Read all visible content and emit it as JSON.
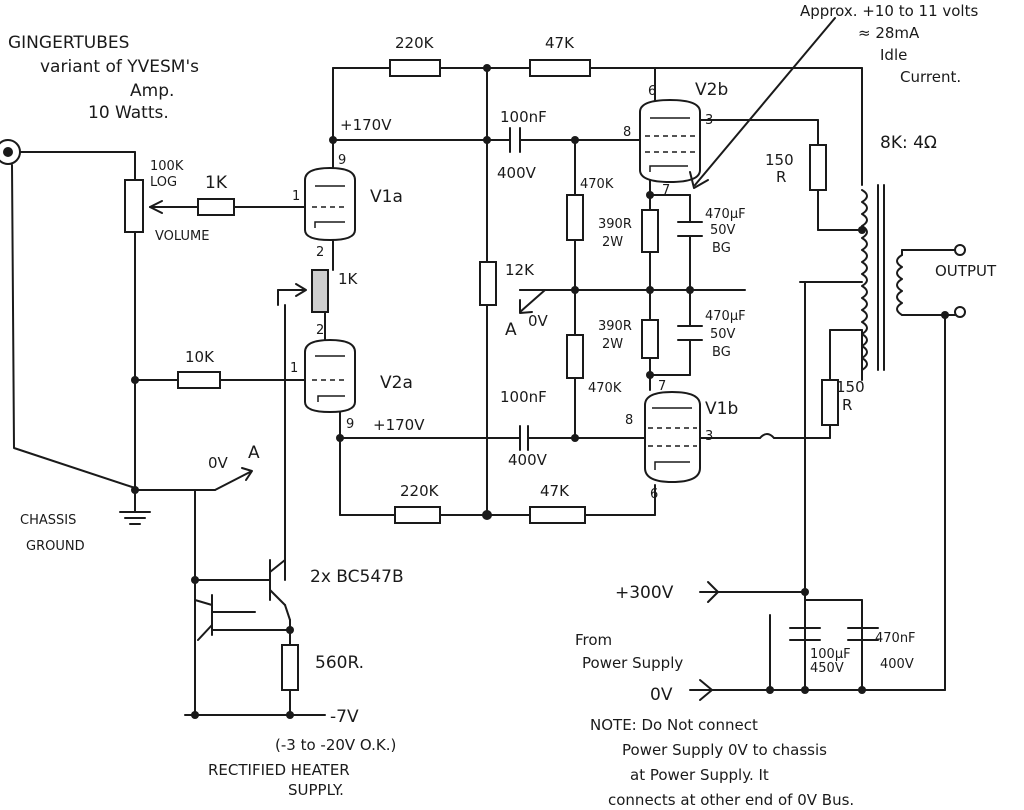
{
  "title_lines": [
    "GINGERTUBES",
    "variant of YVESM's",
    "Amp.",
    "10 Watts."
  ],
  "idle_note": [
    "Approx. +10 to 11 volts",
    "≈ 28mA",
    "Idle",
    "Current."
  ],
  "transformer": {
    "ratio": "8K: 4Ω",
    "output": "OUTPUT"
  },
  "rails": {
    "hv_top": "+170V",
    "hv_bottom": "+170V"
  },
  "tubes": {
    "v1a": {
      "name": "V1a",
      "pin_top": "9",
      "pin_left": "1",
      "pin_bottom": "2"
    },
    "v2a": {
      "name": "V2a",
      "pin_top": "2",
      "pin_left": "1",
      "pin_bottom": "9"
    },
    "v2b": {
      "name": "V2b",
      "pin_top": "6",
      "pin_right": "3",
      "pin_left": "8",
      "pin_bottom": "7"
    },
    "v1b": {
      "name": "V1b",
      "pin_top": "7",
      "pin_right": "3",
      "pin_left": "8",
      "pin_bottom": "6"
    }
  },
  "components": {
    "pot": [
      "100K",
      "LOG",
      "VOLUME"
    ],
    "r_grid_1k_top": "1K",
    "r_cathode_1k": "1K",
    "r_10k": "10K",
    "r_220k_top": "220K",
    "r_47k_top": "47K",
    "r_220k_bottom": "220K",
    "r_47k_bottom": "47K",
    "cap_top": [
      "100nF",
      "400V"
    ],
    "cap_bottom": [
      "100nF",
      "400V"
    ],
    "r_470k_top": "470K",
    "r_470k_bottom": "470K",
    "r_12k": "12K",
    "r_390_top": [
      "390R",
      "2W"
    ],
    "r_390_bottom": [
      "390R",
      "2W"
    ],
    "c_470u_top": [
      "470µF",
      "50V",
      "BG"
    ],
    "c_470u_bottom": [
      "470µF",
      "50V",
      "BG"
    ],
    "r_150_top": [
      "150",
      "R"
    ],
    "r_150_bottom": [
      "150",
      "R"
    ],
    "transistors": "2x BC547B",
    "r_560": "560R.",
    "c_100u": [
      "100µF",
      "450V"
    ],
    "c_470n": [
      "470nF",
      "400V"
    ]
  },
  "nodes": {
    "a_left": "A",
    "a_left_v": "0V",
    "a_mid": "A",
    "a_mid_v": "0V",
    "minus7": "-7V",
    "minus_range": "(-3 to -20V O.K.)",
    "plus300": "+300V",
    "from_ps": [
      "From",
      "Power Supply"
    ],
    "ov_ps": "0V"
  },
  "chassis": [
    "CHASSIS",
    "GROUND"
  ],
  "heater": [
    "RECTIFIED HEATER",
    "SUPPLY."
  ],
  "note_lines": [
    "NOTE: Do Not connect",
    "Power Supply 0V to chassis",
    "at Power Supply. It",
    "connects at other end of 0V Bus."
  ]
}
